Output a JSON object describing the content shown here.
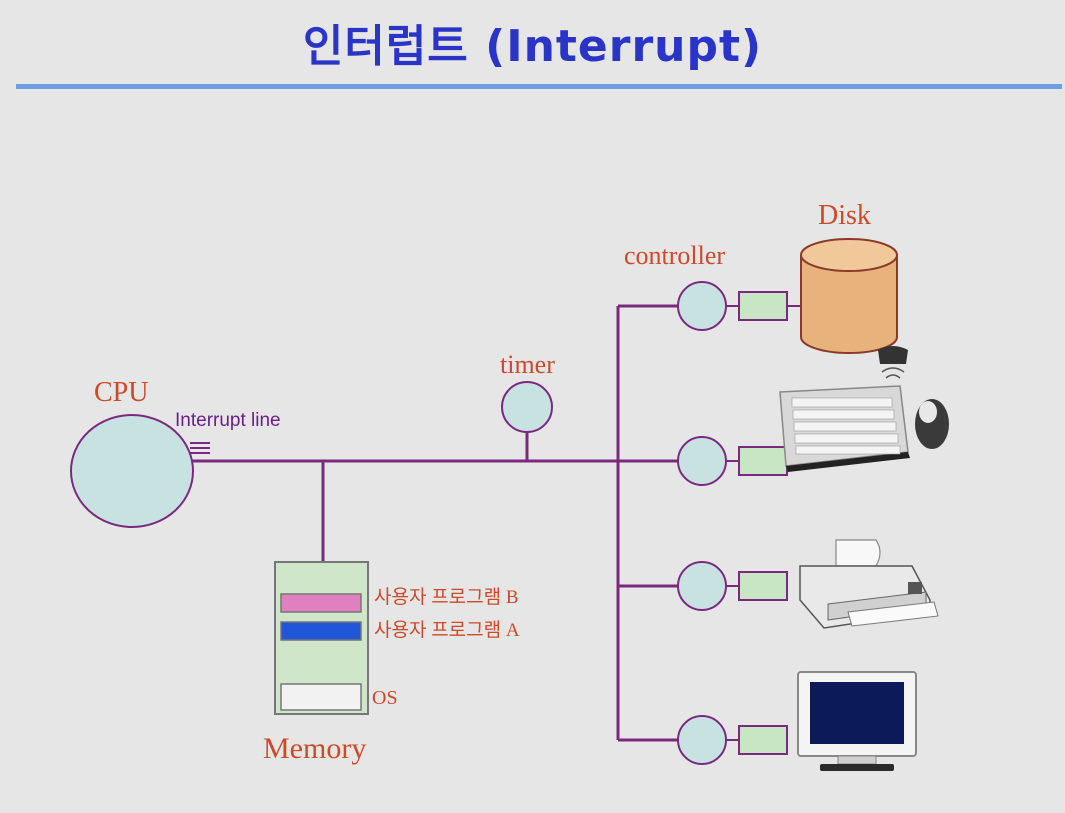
{
  "slide": {
    "title": "인터럽트 (Interrupt)"
  },
  "diagram": {
    "cpu_label": "CPU",
    "interrupt_line_label": "Interrupt line",
    "timer_label": "timer",
    "controller_label": "controller",
    "disk_label": "Disk",
    "memory_label": "Memory",
    "memory_regions": {
      "user_program_b": "사용자 프로그램 B",
      "user_program_a": "사용자 프로그램 A",
      "os": "OS"
    },
    "colors": {
      "bus": "#7a2a7e",
      "controller_fill": "#c8e2e2",
      "adapter_fill": "#c9e6c4",
      "disk_fill": "#e8b27c",
      "memory_fill": "#cfe6c8",
      "program_b": "#e080c0",
      "program_a": "#1f57d8",
      "label_red": "#cc4a2a",
      "title_blue": "#2a35c8"
    },
    "devices": [
      "disk-icon",
      "keyboard-mouse-icon",
      "printer-icon",
      "monitor-icon"
    ]
  }
}
